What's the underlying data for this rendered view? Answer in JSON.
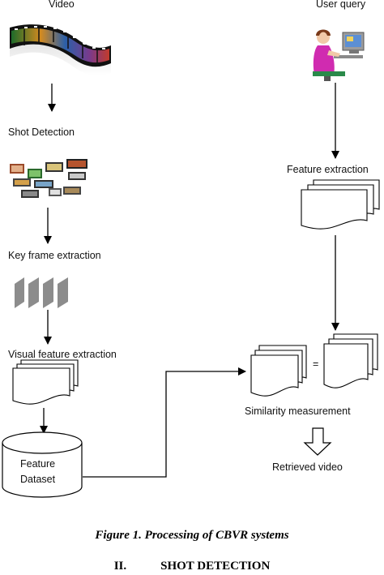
{
  "left_column": {
    "video_label": "Video",
    "shot_detection_label": "Shot Detection",
    "key_frame_label": "Key frame extraction",
    "visual_feature_label": "Visual feature extraction",
    "dataset_label_line1": "Feature",
    "dataset_label_line2": "Dataset"
  },
  "right_column": {
    "user_query_label": "User query",
    "feature_extraction_label": "Feature extraction",
    "equals_sign": "=",
    "similarity_label": "Similarity measurement",
    "retrieved_label": "Retrieved video"
  },
  "caption": {
    "figure": "Figure 1.  Processing of CBVR systems",
    "section_number": "II.",
    "section_title": "SHOT DETECTION"
  },
  "icons": {
    "video_strip": "film-strip-icon",
    "shot_clips": "film-clips-icon",
    "key_frames": "key-frames-icon",
    "user": "user-at-computer-icon",
    "documents": "document-stack-icon",
    "database": "database-cylinder-icon"
  }
}
